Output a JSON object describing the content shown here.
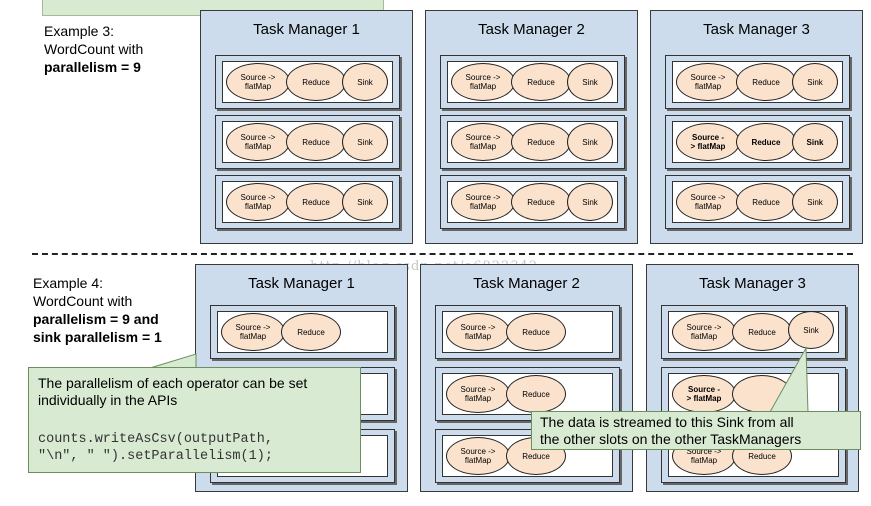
{
  "example3": {
    "line1": "Example 3:",
    "line2": "WordCount with",
    "line3": "parallelism = 9",
    "task_managers": [
      {
        "title": "Task Manager 1"
      },
      {
        "title": "Task Manager 2"
      },
      {
        "title": "Task Manager 3"
      }
    ]
  },
  "example4": {
    "line1": "Example 4:",
    "line2": "WordCount with",
    "line3": "parallelism = 9 and",
    "line4": "sink parallelism = 1",
    "task_managers": [
      {
        "title": "Task Manager 1"
      },
      {
        "title": "Task Manager 2"
      },
      {
        "title": "Task Manager 3"
      }
    ]
  },
  "operators": {
    "source_flatmap_l1": "Source ->",
    "source_flatmap_l2": "flatMap",
    "source_flatmap_bold_l1": "Source -",
    "source_flatmap_bold_l2": "> flatMap",
    "reduce": "Reduce",
    "sink": "Sink"
  },
  "callout_api": {
    "text": "The parallelism of each operator can be set individually in the APIs",
    "code_line1": "counts.writeAsCsv(outputPath,",
    "code_line2": "\"\\n\", \" \").setParallelism(1);"
  },
  "callout_sink": {
    "text_line1": "The data is streamed to this Sink from all",
    "text_line2": "the other slots on the other TaskManagers"
  },
  "watermark": "http://blog.csdn.net/a6822342",
  "colors": {
    "tm_fill": "#cddcec",
    "operator_fill": "#fbe2cc",
    "callout_fill": "#d9ead3"
  }
}
